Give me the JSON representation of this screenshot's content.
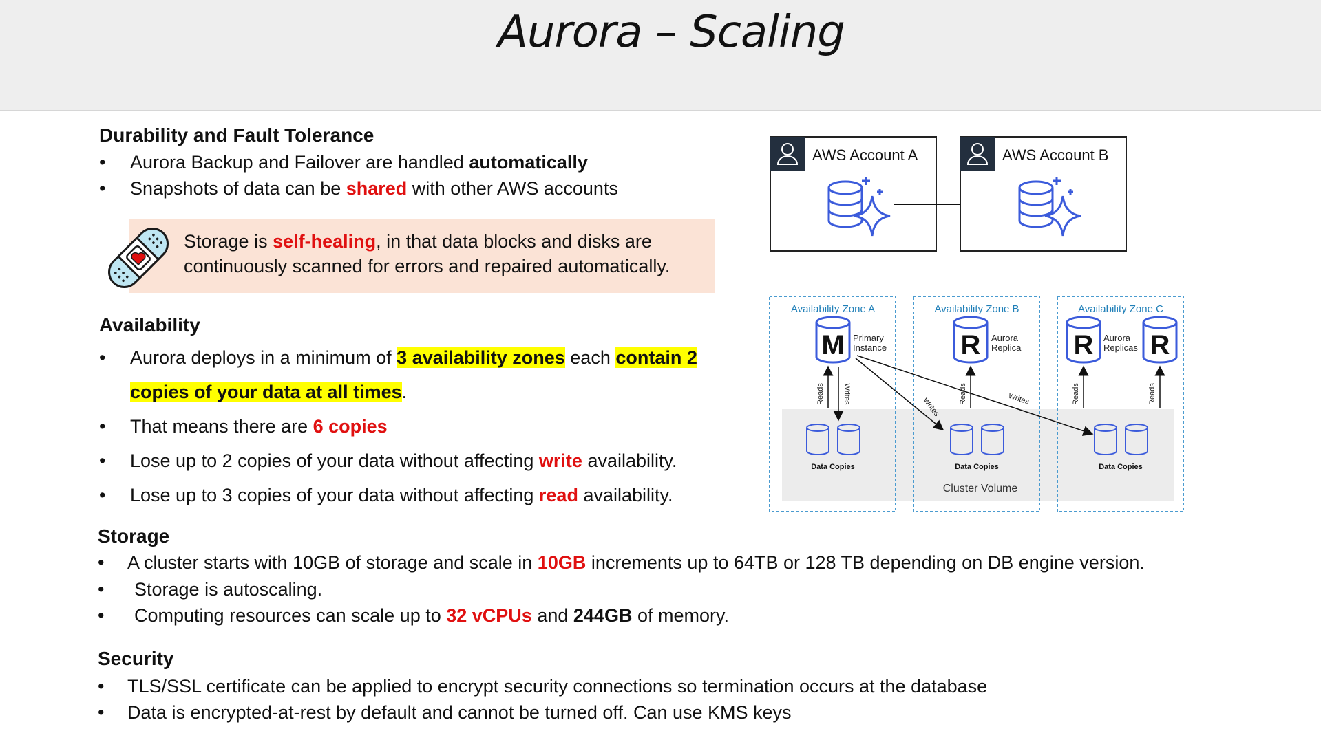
{
  "title": "Aurora – Scaling",
  "durability": {
    "heading": "Durability and Fault Tolerance",
    "bullet1": {
      "pre": "Aurora Backup and Failover are handled ",
      "bold": "automatically"
    },
    "bullet2": {
      "pre": "Snapshots of data can be ",
      "red": "shared",
      "post": " with other AWS accounts"
    }
  },
  "callout": {
    "line1_pre": "Storage is ",
    "line1_red": "self-healing",
    "line1_post": ", in that data blocks and disks are",
    "line2": "continuously scanned for errors and repaired automatically."
  },
  "availability": {
    "heading": "Availability",
    "bullet1": {
      "pre": "Aurora deploys in a minimum of ",
      "hl1": "3 availability zones",
      "mid": " each ",
      "hl2": "contain 2 ",
      "hl3": "copies of your data at all times",
      "post": "."
    },
    "bullet2": {
      "pre": "That means there are ",
      "red": "6 copies"
    },
    "bullet3": {
      "pre": "Lose up to 2 copies of your data without affecting ",
      "red": "write",
      "post": " availability."
    },
    "bullet4": {
      "pre": "Lose up to 3 copies of your data without affecting ",
      "red": "read",
      "post": " availability."
    }
  },
  "storage": {
    "heading": "Storage",
    "bullet1": {
      "pre": "A cluster starts with 10GB of storage and scale in ",
      "red": "10GB",
      "post": " increments up to 64TB or 128 TB depending on DB engine version."
    },
    "bullet2": {
      "text": "Storage is autoscaling."
    },
    "bullet3": {
      "pre": "Computing resources can scale up to ",
      "red": "32 vCPUs",
      "mid": " and ",
      "bold": "244GB",
      "post": " of memory."
    }
  },
  "security": {
    "heading": "Security",
    "bullet1": {
      "text": "TLS/SSL certificate can be applied to encrypt security connections so termination occurs at the database"
    },
    "bullet2": {
      "text": "Data is encrypted-at-rest by default and cannot be turned off. Can use KMS keys"
    }
  },
  "bullet_char": "•",
  "accounts": {
    "a": "AWS Account A",
    "b": "AWS Account B"
  },
  "zones": {
    "a": {
      "label": "Availability Zone A",
      "letter": "M",
      "role1": "Primary",
      "role2": "Instance"
    },
    "b": {
      "label": "Availability Zone B",
      "letter": "R",
      "role1": "Aurora",
      "role2": "Replica"
    },
    "c": {
      "label": "Availability Zone C",
      "letter1": "R",
      "role1": "Aurora",
      "role2": "Replicas",
      "letter2": "R"
    },
    "reads": "Reads",
    "writes": "Writes",
    "data_copies": "Data Copies",
    "cluster_volume": "Cluster Volume"
  },
  "colors": {
    "accent_red": "#e01010",
    "highlight": "#ffff00",
    "callout_bg": "#fbe3d6",
    "db_blue": "#3b5bdb",
    "zone_blue": "#1f7fb8",
    "header_bg": "#eeeeee"
  },
  "icons": [
    "bandage-icon",
    "user-icon",
    "database-sparkle-icon",
    "database-cylinder-icon"
  ]
}
